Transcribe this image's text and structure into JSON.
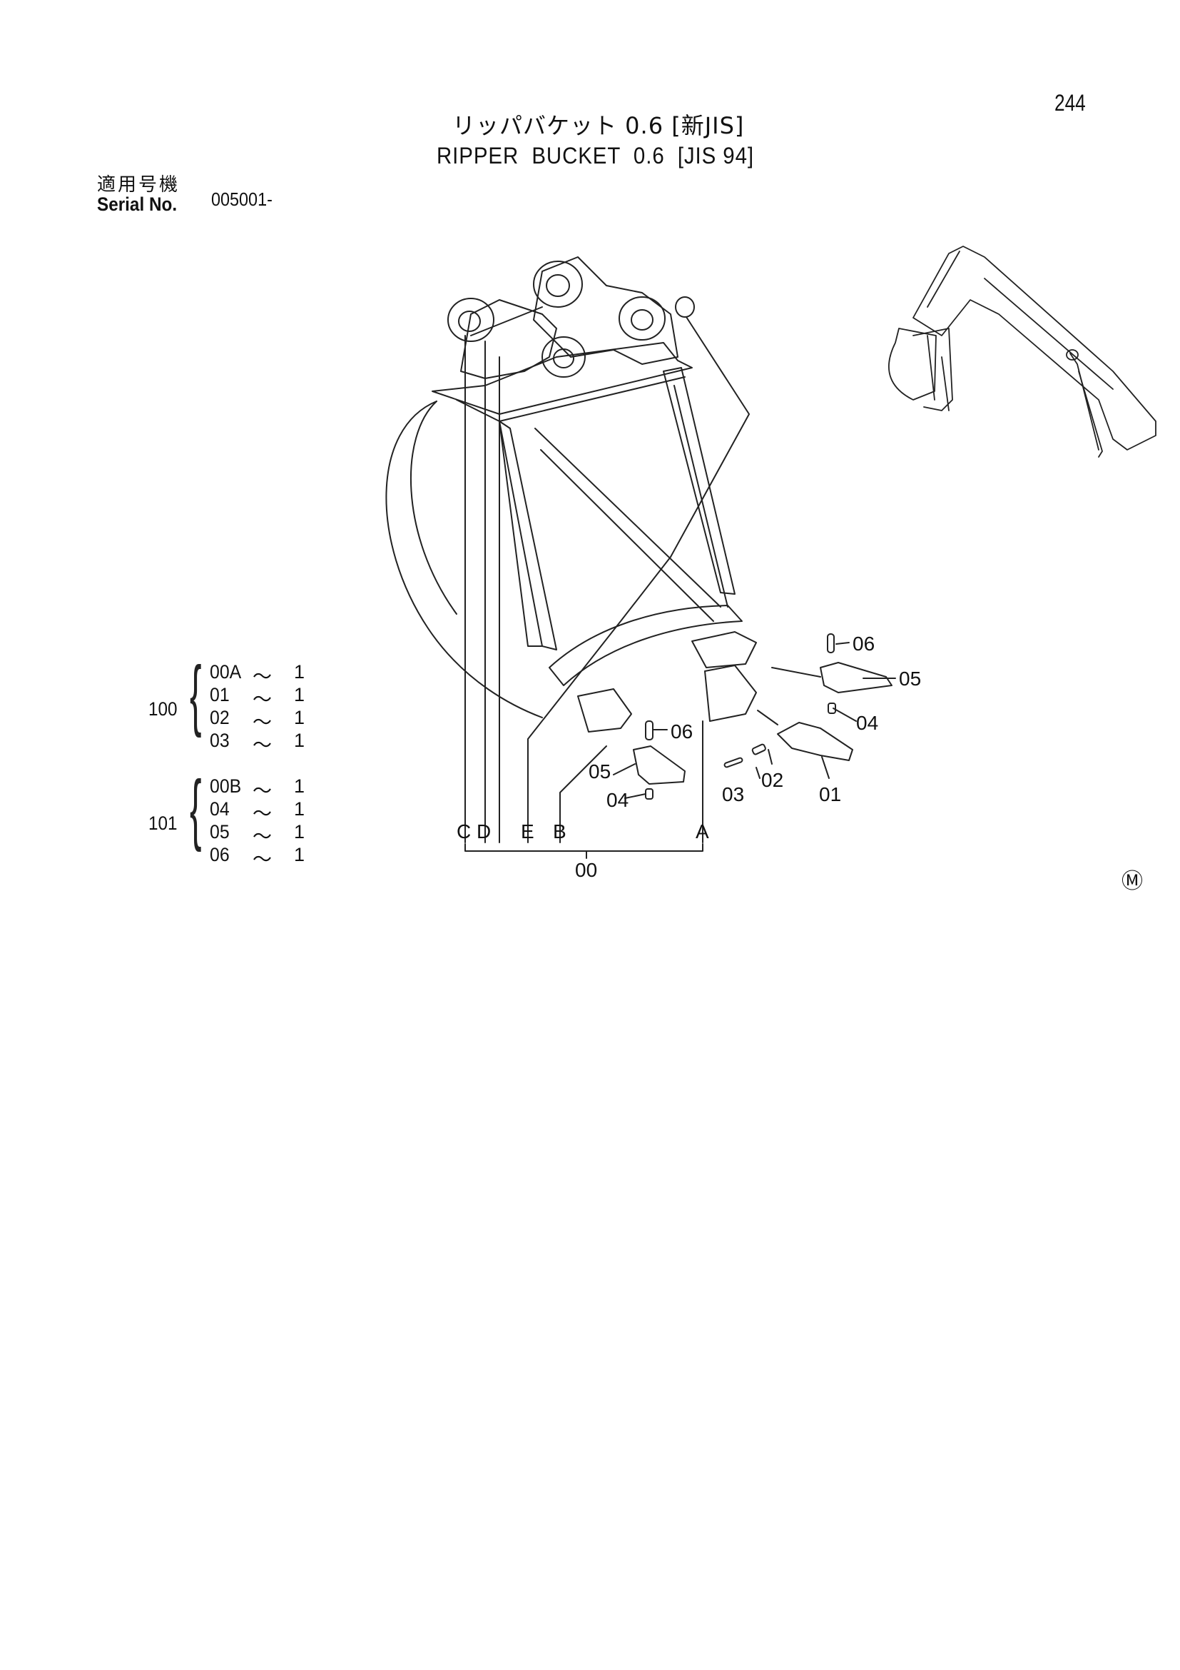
{
  "page_number": "244",
  "title_jp": "リッパバケット 0.6 [新JIS]",
  "title_en": "RIPPER  BUCKET  0.6  [JIS 94]",
  "serial": {
    "label_jp": "適用号機",
    "label_en": "Serial No.",
    "value": "005001-"
  },
  "groups": [
    {
      "id": "100",
      "rows": [
        {
          "code": "00A",
          "tilde": "～",
          "qty": "1"
        },
        {
          "code": "01",
          "tilde": "～",
          "qty": "1"
        },
        {
          "code": "02",
          "tilde": "～",
          "qty": "1"
        },
        {
          "code": "03",
          "tilde": "～",
          "qty": "1"
        }
      ]
    },
    {
      "id": "101",
      "rows": [
        {
          "code": "00B",
          "tilde": "～",
          "qty": "1"
        },
        {
          "code": "04",
          "tilde": "～",
          "qty": "1"
        },
        {
          "code": "05",
          "tilde": "～",
          "qty": "1"
        },
        {
          "code": "06",
          "tilde": "～",
          "qty": "1"
        }
      ]
    }
  ],
  "callouts": {
    "part_06_right": "06",
    "part_05_right": "05",
    "part_04_right": "04",
    "part_06_left": "06",
    "part_05_left": "05",
    "part_04_left": "04",
    "part_03": "03",
    "part_02": "02",
    "part_01": "01",
    "ref_C": "C",
    "ref_D": "D",
    "ref_E": "E",
    "ref_B": "B",
    "ref_A": "A",
    "part_00": "00"
  },
  "mark": "Ⓜ"
}
